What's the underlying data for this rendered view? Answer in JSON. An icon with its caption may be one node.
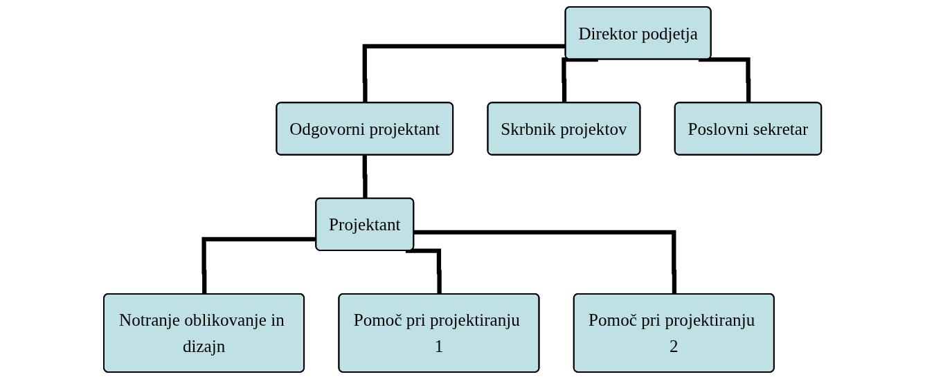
{
  "diagram": {
    "nodes": [
      {
        "text": [
          "Direktor podjetja"
        ]
      },
      {
        "text": [
          "Odgovorni projektant"
        ]
      },
      {
        "text": [
          "Skrbnik projektov"
        ]
      },
      {
        "text": [
          "Poslovni sekretar"
        ]
      },
      {
        "text": [
          "Projektant"
        ]
      },
      {
        "text": [
          "Notranje oblikovanje in dizajn"
        ]
      },
      {
        "text": [
          "Pomoč pri projektiranju 1"
        ]
      },
      {
        "text": [
          "Pomoč pri projektiranju 2"
        ]
      }
    ],
    "edges": [
      {
        "from": 0,
        "to": 1,
        "arrow": "none"
      },
      {
        "from": 0,
        "to": 2,
        "arrow": "none"
      },
      {
        "from": 0,
        "to": 3,
        "arrow": "none"
      },
      {
        "from": 1,
        "to": 4,
        "arrow": "none"
      },
      {
        "from": 4,
        "to": 5,
        "arrow": "none"
      },
      {
        "from": 4,
        "to": 6,
        "arrow": "none"
      },
      {
        "from": 4,
        "to": 7,
        "arrow": "none"
      }
    ]
  }
}
